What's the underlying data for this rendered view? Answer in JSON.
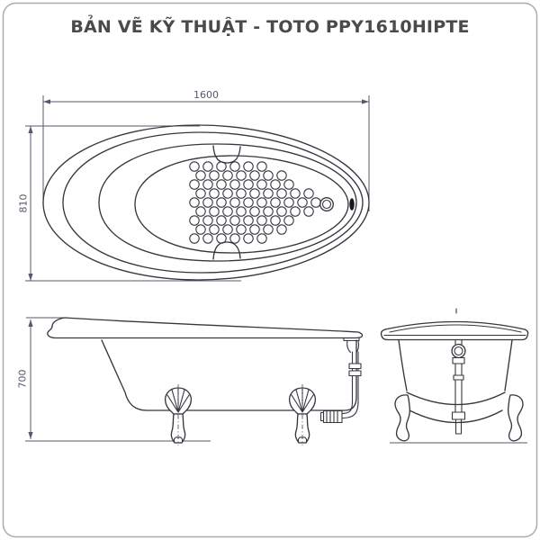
{
  "page": {
    "title": "BẢN VẼ KỸ THUẬT - TOTO PPY1610HIPTE"
  },
  "drawing": {
    "top_view": {
      "width_label": "1600",
      "height_label": "810"
    },
    "side_view": {
      "height_label": "700"
    }
  },
  "colors": {
    "line": "#35383e",
    "dim": "#54586a",
    "title": "#4a4a4c",
    "border": "#a7abb2",
    "background": "#ffffff",
    "overflow_fill": "#17181c"
  }
}
